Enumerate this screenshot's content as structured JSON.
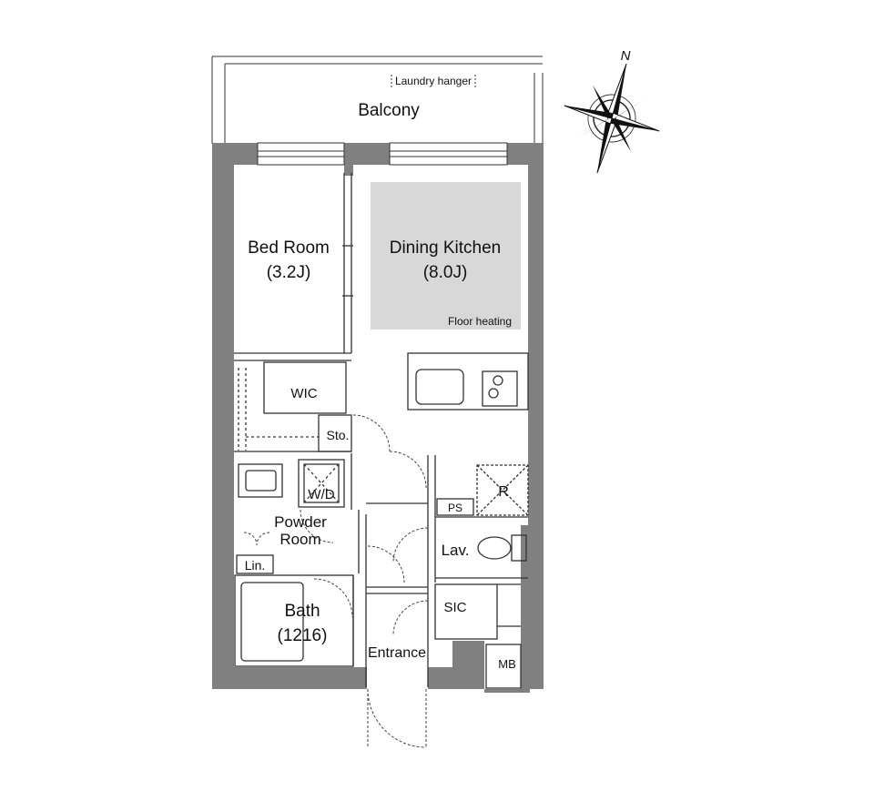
{
  "plan": {
    "balcony": {
      "name": "Balcony",
      "laundry": "Laundry hanger"
    },
    "compass": {
      "north": "N"
    },
    "bedroom": {
      "name": "Bed Room",
      "size": "(3.2J)"
    },
    "dining": {
      "name": "Dining Kitchen",
      "size": "(8.0J)",
      "note": "Floor heating"
    },
    "wic": "WIC",
    "storage": "Sto.",
    "washer": "W/D",
    "powder": {
      "line1": "Powder",
      "line2": "Room"
    },
    "linen": "Lin.",
    "bath": {
      "name": "Bath",
      "size": "(1216)"
    },
    "pipe_space": "PS",
    "fridge": "R",
    "lavatory": "Lav.",
    "shoe_closet": "SIC",
    "entrance": "Entrance",
    "meter_box": "MB"
  }
}
